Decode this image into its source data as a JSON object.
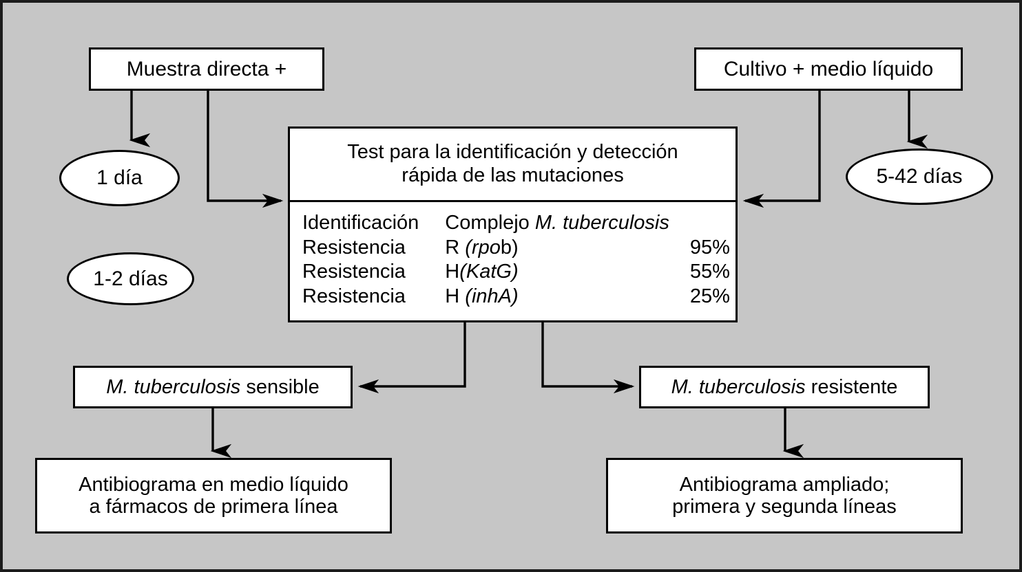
{
  "figure": {
    "background_color": "#c6c6c6",
    "border_color": "#1c1c1c",
    "node_fill": "#ffffff",
    "node_stroke": "#000000"
  },
  "nodes": {
    "direct_sample": {
      "label": "Muestra directa +"
    },
    "culture": {
      "label": "Cultivo + medio líquido"
    },
    "time_one_day": {
      "label": "1 día"
    },
    "time_one_two_days": {
      "label": "1-2 días"
    },
    "time_five_fortytwo_days": {
      "label": "5-42 días"
    },
    "sensitive": {
      "italic": "M. tuberculosis",
      "rest": " sensible"
    },
    "resistant": {
      "italic": "M. tuberculosis",
      "rest": " resistente"
    },
    "antibiogram_liquid": {
      "line1": "Antibiograma en medio líquido",
      "line2": "a fármacos de primera línea"
    },
    "antibiogram_extended": {
      "line1": "Antibiograma ampliado;",
      "line2": "primera y segunda líneas"
    }
  },
  "test_panel": {
    "title_line1": "Test para la identificación y detección",
    "title_line2": "rápida de las mutaciones",
    "rows": [
      {
        "kind": "Identificación",
        "gene_plain": "Complejo ",
        "gene_italic": "M. tuberculosis",
        "gene_tail": "",
        "value": ""
      },
      {
        "kind": "Resistencia",
        "gene_plain": "R ",
        "gene_italic": "(rpo",
        "gene_tail": "b)",
        "value": "95%"
      },
      {
        "kind": "Resistencia",
        "gene_plain": "H",
        "gene_italic": "(KatG)",
        "gene_tail": "",
        "value": "55%"
      },
      {
        "kind": "Resistencia",
        "gene_plain": "H ",
        "gene_italic": "(inhA)",
        "gene_tail": "",
        "value": "25%"
      }
    ]
  }
}
